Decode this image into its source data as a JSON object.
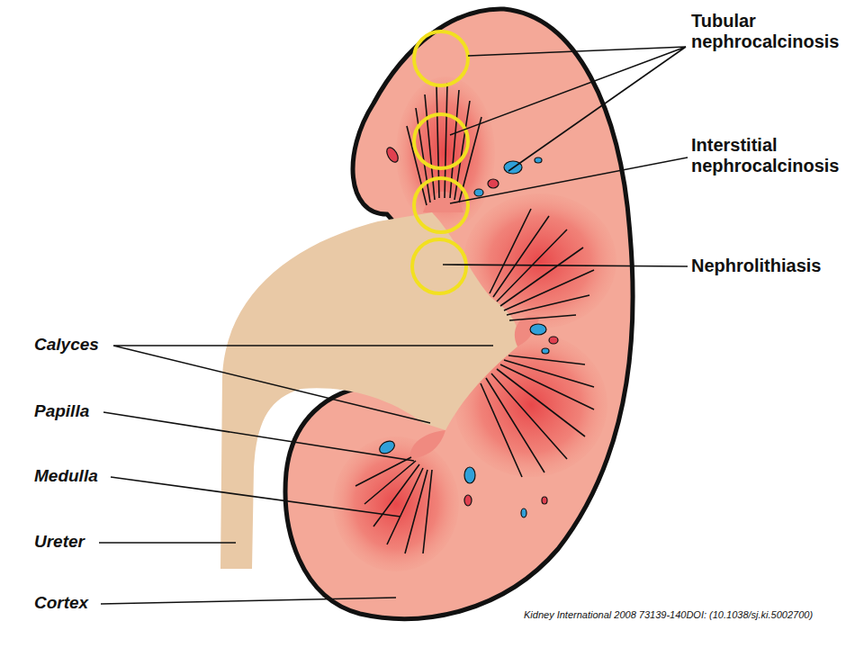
{
  "diagram": {
    "labels": [
      "Tubular nephrocalcinosis",
      "Interstitial nephrocalcinosis",
      "Nephrolithiasis",
      "Calyces",
      "Papilla",
      "Medulla",
      "Ureter",
      "Cortex",
      "Kidney International 2008 73139-140DOI: (10.1038/sj.ki.5002700)"
    ]
  }
}
